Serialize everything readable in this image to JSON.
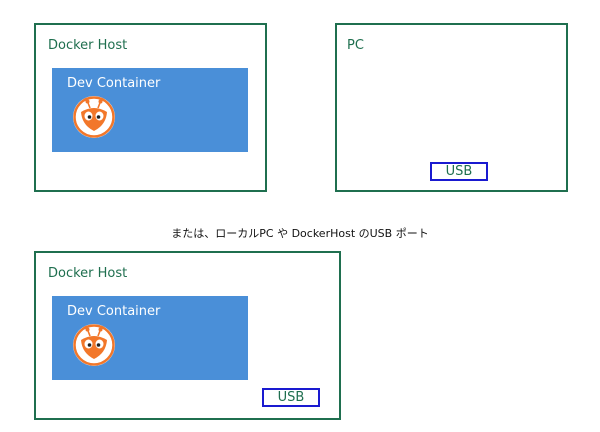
{
  "scenario_a": {
    "host": {
      "title": "Docker Host",
      "container": {
        "label": "Dev Container",
        "icon": "platformio-icon"
      }
    },
    "pc": {
      "title": "PC",
      "usb_label": "USB"
    }
  },
  "caption": "または、ローカルPC や DockerHost のUSB ポート",
  "scenario_b": {
    "host": {
      "title": "Docker Host",
      "container": {
        "label": "Dev Container",
        "icon": "platformio-icon"
      },
      "usb_label": "USB"
    }
  },
  "colors": {
    "box_border": "#1f6f4f",
    "container_fill": "#4a8fd8",
    "usb_border": "#1a1ad0",
    "logo_orange": "#f2772a"
  }
}
